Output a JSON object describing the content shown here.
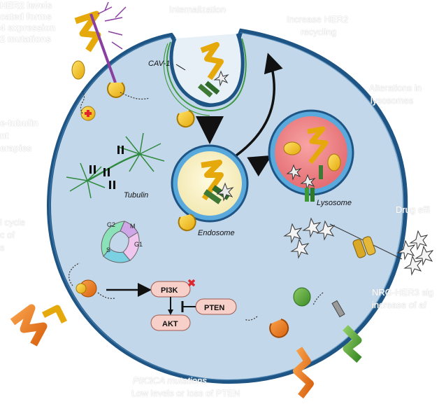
{
  "diagram": {
    "labels": {
      "cav1": "CAV-1",
      "tubulin": "Tubulin",
      "endosome": "Endosome",
      "lysosome": "Lysosome",
      "cell_cycle_phases": [
        "G2",
        "M",
        "G1",
        "S"
      ],
      "pi3k": "PI3K",
      "pten": "PTEN",
      "akt": "AKT"
    },
    "faint_labels": {
      "her2_line1": "HER2 levels",
      "her2_line2": "cated forms",
      "her2_line3": "4 expression",
      "her2_line4": "2 mutations",
      "internalization": "Internalization",
      "recycling_line1": "Increase HER2",
      "recycling_line2": "recycling",
      "lysosome_alt_line1": "Alterations in",
      "lysosome_alt_line2": "lysosomes",
      "tubulin_line1": "e-tubulin",
      "tubulin_line2": "nt",
      "tubulin_line3": "erapies",
      "cycle_line1": "l cycle",
      "cycle_line2": "c of",
      "cycle_line3": "s",
      "drug_efflux": "Drug effl",
      "nrg_line1": "NRG-HER3 sig",
      "nrg_line2": "increase of af",
      "pik3ca_line1": "PIK3CA mutations",
      "pik3ca_line2": "Low levels or loss of PTEN"
    },
    "colors": {
      "cell_fill": "#c3d7ea",
      "cell_border": "#1f5584",
      "receptor_yellow": "#f4c21a",
      "receptor_orange": "#f07f1d",
      "receptor_green": "#53a33a",
      "lysosome_fill": "#f1868a",
      "endosome_fill": "#fbf4c9",
      "pi3k_box": "#f6d0c9",
      "inhibit_mark": "#e0262b"
    }
  }
}
